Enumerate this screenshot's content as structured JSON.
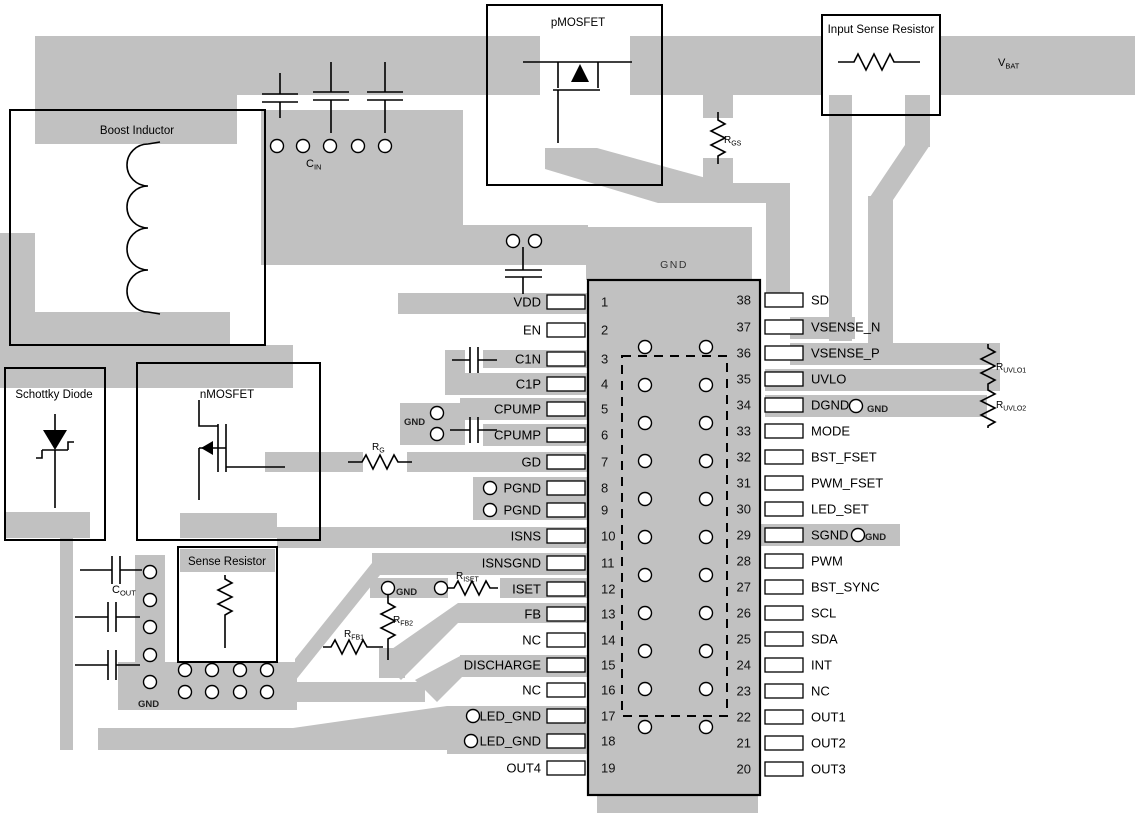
{
  "colors": {
    "copper": "#c1c1c1"
  },
  "components": {
    "boost_inductor": {
      "label": "Boost Inductor"
    },
    "pmosfet": {
      "label": "pMOSFET"
    },
    "input_sense_resistor": {
      "label": "Input Sense Resistor"
    },
    "schottky_diode": {
      "label": "Schottky Diode"
    },
    "nmosfet": {
      "label": "nMOSFET"
    },
    "sense_resistor": {
      "label": "Sense Resistor"
    }
  },
  "nets": {
    "vbat": {
      "base": "V",
      "sub": "BAT"
    },
    "cin": {
      "base": "C",
      "sub": "IN"
    },
    "cout": {
      "base": "C",
      "sub": "OUT"
    },
    "gnd": "GND"
  },
  "resistors": {
    "rgs": {
      "base": "R",
      "sub": "GS"
    },
    "rg": {
      "base": "R",
      "sub": "G"
    },
    "riset": {
      "base": "R",
      "sub": "ISET"
    },
    "rfb1": {
      "base": "R",
      "sub": "FB1"
    },
    "rfb2": {
      "base": "R",
      "sub": "FB2"
    },
    "ruvlo1": {
      "base": "R",
      "sub": "UVLO1"
    },
    "ruvlo2": {
      "base": "R",
      "sub": "UVLO2"
    }
  },
  "ic": {
    "pad_label": "GND",
    "left_pins": [
      {
        "num": "1",
        "label": "VDD"
      },
      {
        "num": "2",
        "label": "EN"
      },
      {
        "num": "3",
        "label": "C1N"
      },
      {
        "num": "4",
        "label": "C1P"
      },
      {
        "num": "5",
        "label": "CPUMP"
      },
      {
        "num": "6",
        "label": "CPUMP"
      },
      {
        "num": "7",
        "label": "GD"
      },
      {
        "num": "8",
        "label": "PGND"
      },
      {
        "num": "9",
        "label": "PGND"
      },
      {
        "num": "10",
        "label": "ISNS"
      },
      {
        "num": "11",
        "label": "ISNSGND"
      },
      {
        "num": "12",
        "label": "ISET"
      },
      {
        "num": "13",
        "label": "FB"
      },
      {
        "num": "14",
        "label": "NC"
      },
      {
        "num": "15",
        "label": "DISCHARGE"
      },
      {
        "num": "16",
        "label": "NC"
      },
      {
        "num": "17",
        "label": "LED_GND"
      },
      {
        "num": "18",
        "label": "LED_GND"
      },
      {
        "num": "19",
        "label": "OUT4"
      }
    ],
    "right_pins": [
      {
        "num": "38",
        "label": "SD"
      },
      {
        "num": "37",
        "label": "VSENSE_N"
      },
      {
        "num": "36",
        "label": "VSENSE_P"
      },
      {
        "num": "35",
        "label": "UVLO"
      },
      {
        "num": "34",
        "label": "DGND"
      },
      {
        "num": "33",
        "label": "MODE"
      },
      {
        "num": "32",
        "label": "BST_FSET"
      },
      {
        "num": "31",
        "label": "PWM_FSET"
      },
      {
        "num": "30",
        "label": "LED_SET"
      },
      {
        "num": "29",
        "label": "SGND"
      },
      {
        "num": "28",
        "label": "PWM"
      },
      {
        "num": "27",
        "label": "BST_SYNC"
      },
      {
        "num": "26",
        "label": "SCL"
      },
      {
        "num": "25",
        "label": "SDA"
      },
      {
        "num": "24",
        "label": "INT"
      },
      {
        "num": "23",
        "label": "NC"
      },
      {
        "num": "22",
        "label": "OUT1"
      },
      {
        "num": "21",
        "label": "OUT2"
      },
      {
        "num": "20",
        "label": "OUT3"
      }
    ]
  }
}
